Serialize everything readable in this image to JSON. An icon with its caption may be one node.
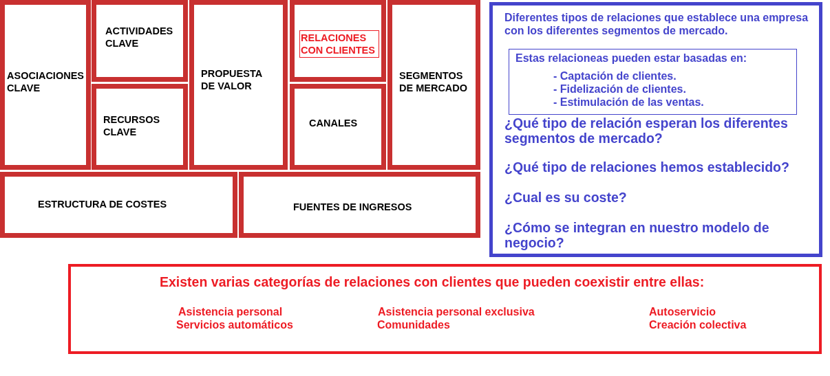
{
  "diagram": {
    "nodes": [
      {
        "text": [
          "ASOCIACIONES CLAVE"
        ]
      },
      {
        "text": [
          "ACTIVIDADES CLAVE"
        ]
      },
      {
        "text": [
          "RECURSOS CLAVE"
        ]
      },
      {
        "text": [
          "PROPUESTA DE VALOR"
        ]
      },
      {
        "text": [
          "RELACIONES CON CLIENTES"
        ]
      },
      {
        "text": [
          "CANALES"
        ]
      },
      {
        "text": [
          "SEGMENTOS DE MERCADO"
        ]
      },
      {
        "text": [
          "ESTRUCTURA DE COSTES"
        ]
      },
      {
        "text": [
          "FUENTES DE INGRESOS"
        ]
      },
      {
        "text": [
          "Diferentes tipos de relaciones que establece una empresa con los diferentes segmentos de mercado.",
          "¿Qué tipo de relación esperan los diferentes segmentos de mercado?",
          "¿Qué tipo de relaciones hemos establecido?",
          "¿Cual es su coste?",
          "¿Cómo se integran en nuestro modelo de negocio?"
        ]
      },
      {
        "text": [
          "Estas relacioneas pueden estar basadas en:",
          "- Captación de clientes.",
          "- Fidelización de clientes.",
          "- Estimulación de las ventas."
        ],
        "in": 9
      },
      {
        "text": [
          "Existen varias categorías de relaciones con clientes que pueden coexistir entre ellas:",
          "Asistencia personal",
          "Asistencia personal exclusiva",
          "Autoservicio",
          "Servicios automáticos",
          "Comunidades",
          "Creación colectiva"
        ]
      }
    ]
  }
}
